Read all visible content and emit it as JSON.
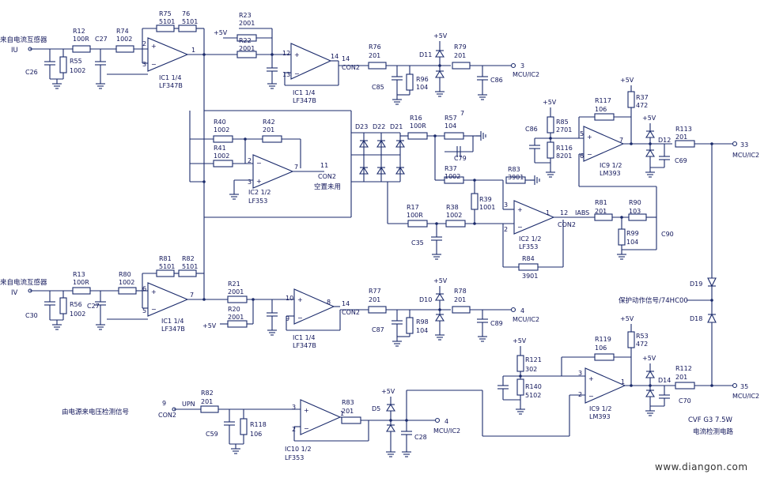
{
  "inputs": {
    "iu_src": "来自电流互感器",
    "iu": "IU",
    "iv_src": "来自电流互感器",
    "iv": "IV",
    "upn_src": "由电源来电压检测信号",
    "upn_pin": "9",
    "upn_con": "CON2",
    "upn_net": "UPN"
  },
  "opamps": [
    {
      "ref": "IC1 1/4",
      "part": "LF347B",
      "pins": [
        "2",
        "3",
        "1"
      ]
    },
    {
      "ref": "IC1 1/4",
      "part": "LF347B",
      "pins": [
        "12",
        "13",
        "14"
      ]
    },
    {
      "ref": "IC2 1/2",
      "part": "LF353",
      "pins": [
        "2",
        "3",
        "7"
      ]
    },
    {
      "ref": "IC2 1/2",
      "part": "LF353",
      "pins": [
        "3",
        "2",
        "1"
      ]
    },
    {
      "ref": "IC1 1/4",
      "part": "LF347B",
      "pins": [
        "6",
        "5",
        "7"
      ]
    },
    {
      "ref": "IC1 1/4",
      "part": "LF347B",
      "pins": [
        "10",
        "9",
        "8"
      ]
    },
    {
      "ref": "IC9 1/2",
      "part": "LM393",
      "pins": [
        "5",
        "6",
        "7"
      ]
    },
    {
      "ref": "IC9 1/2",
      "part": "LM393",
      "pins": [
        "3",
        "2",
        "1"
      ]
    },
    {
      "ref": "IC10 1/2",
      "part": "LF353",
      "pins": [
        "3",
        "2",
        "1"
      ]
    }
  ],
  "resistors": [
    {
      "ref": "R12",
      "val": "100R"
    },
    {
      "ref": "R74",
      "val": "1002"
    },
    {
      "ref": "R55",
      "val": "1002"
    },
    {
      "ref": "R75",
      "val": "5101"
    },
    {
      "ref": "76",
      "val": "5101"
    },
    {
      "ref": "R23",
      "val": "2001"
    },
    {
      "ref": "R22",
      "val": "2001"
    },
    {
      "ref": "R76",
      "val": "201"
    },
    {
      "ref": "R96",
      "val": "104"
    },
    {
      "ref": "R79",
      "val": "201"
    },
    {
      "ref": "R40",
      "val": "1002"
    },
    {
      "ref": "R42",
      "val": "201"
    },
    {
      "ref": "R41",
      "val": "1002"
    },
    {
      "ref": "R16",
      "val": "100R"
    },
    {
      "ref": "R57",
      "val": "104"
    },
    {
      "ref": "R37",
      "val": "1002"
    },
    {
      "ref": "R83",
      "val": "3901"
    },
    {
      "ref": "R39",
      "val": "1001"
    },
    {
      "ref": "R17",
      "val": "100R"
    },
    {
      "ref": "R38",
      "val": "1002"
    },
    {
      "ref": "R84",
      "val": "3901"
    },
    {
      "ref": "R85",
      "val": "2701"
    },
    {
      "ref": "R116",
      "val": "8201"
    },
    {
      "ref": "R117",
      "val": "106"
    },
    {
      "ref": "R37",
      "val": "472"
    },
    {
      "ref": "R113",
      "val": "201"
    },
    {
      "ref": "R81",
      "val": "201"
    },
    {
      "ref": "R90",
      "val": "103"
    },
    {
      "ref": "R99",
      "val": "104"
    },
    {
      "ref": "R13",
      "val": "100R"
    },
    {
      "ref": "R80",
      "val": "1002"
    },
    {
      "ref": "R56",
      "val": "1002"
    },
    {
      "ref": "R81",
      "val": "5101"
    },
    {
      "ref": "R82",
      "val": "5101"
    },
    {
      "ref": "R21",
      "val": "2001"
    },
    {
      "ref": "R20",
      "val": "2001"
    },
    {
      "ref": "R77",
      "val": "201"
    },
    {
      "ref": "R98",
      "val": "104"
    },
    {
      "ref": "R78",
      "val": "201"
    },
    {
      "ref": "R121",
      "val": "302"
    },
    {
      "ref": "R140",
      "val": "5102"
    },
    {
      "ref": "R119",
      "val": "106"
    },
    {
      "ref": "R53",
      "val": "472"
    },
    {
      "ref": "R112",
      "val": "201"
    },
    {
      "ref": "R82",
      "val": "201"
    },
    {
      "ref": "R118",
      "val": "106"
    },
    {
      "ref": "R83",
      "val": "201"
    }
  ],
  "capacitors": [
    "C26",
    "C27",
    "C85",
    "C86",
    "C79",
    "C86",
    "C69",
    "C35",
    "C90",
    "C30",
    "C27",
    "C87",
    "C89",
    "C70",
    "C59",
    "C28"
  ],
  "diodes": [
    "D11",
    "D23",
    "D22",
    "D21",
    "D12",
    "D10",
    "D19",
    "D18",
    "D14",
    "D5"
  ],
  "nets": {
    "vcc": "+5V",
    "con2": "CON2",
    "mcu": "MCU/IC2",
    "iabs": "IABS",
    "pin11": "11",
    "pin12": "12",
    "pin14": "14",
    "out3": "3",
    "out4": "4",
    "out33": "33",
    "out35": "35",
    "out4b": "4",
    "unused": "空置未用",
    "protect": "保护动作信号/74HC00",
    "title1": "CVF G3 7.5W",
    "title2": "电流检测电路",
    "r57mark": "7"
  },
  "watermark": "www.diangon.com"
}
